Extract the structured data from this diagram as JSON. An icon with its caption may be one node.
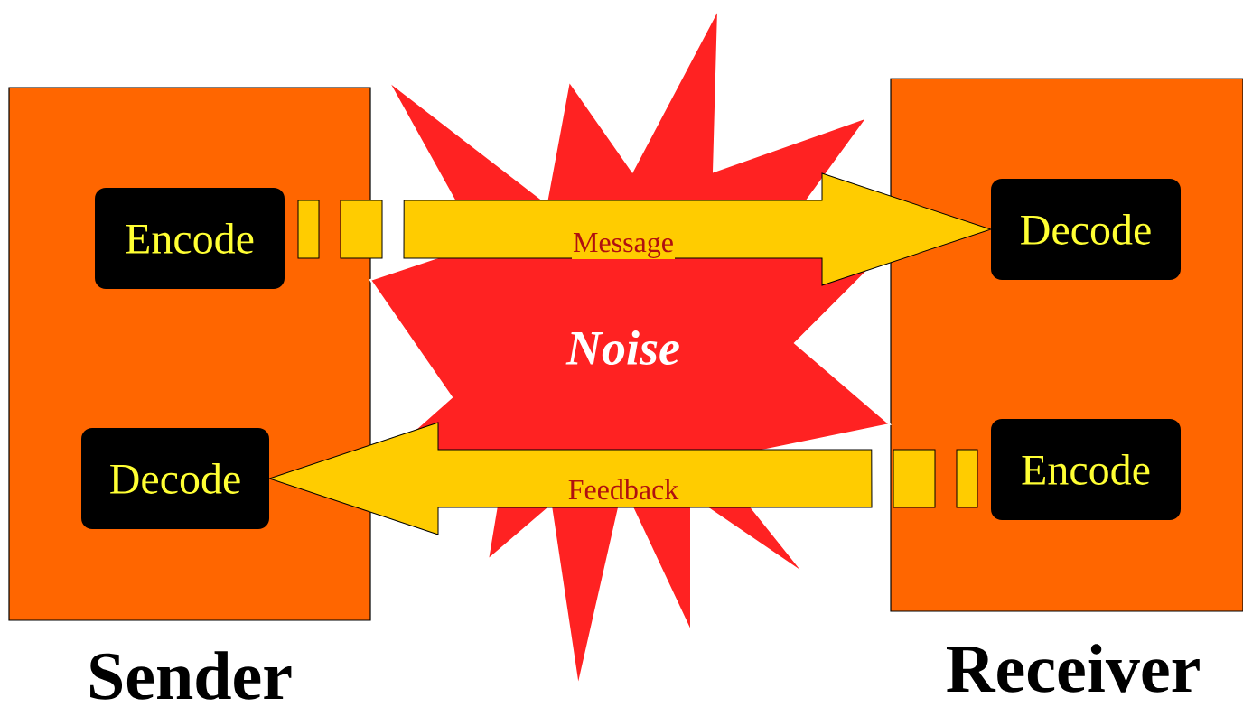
{
  "diagram": {
    "nodes": [
      {
        "text": [
          "Sender"
        ]
      },
      {
        "text": [
          "Encode"
        ],
        "in": 0
      },
      {
        "text": [
          "Decode"
        ],
        "in": 0
      },
      {
        "text": [
          "Receiver"
        ]
      },
      {
        "text": [
          "Decode"
        ],
        "in": 3
      },
      {
        "text": [
          "Encode"
        ],
        "in": 3
      },
      {
        "text": [
          "Noise"
        ]
      }
    ],
    "edges": [
      {
        "from": 1,
        "to": 4,
        "arrow": "to",
        "label": "Message"
      },
      {
        "from": 5,
        "to": 2,
        "arrow": "to",
        "label": "Feedback"
      }
    ]
  }
}
